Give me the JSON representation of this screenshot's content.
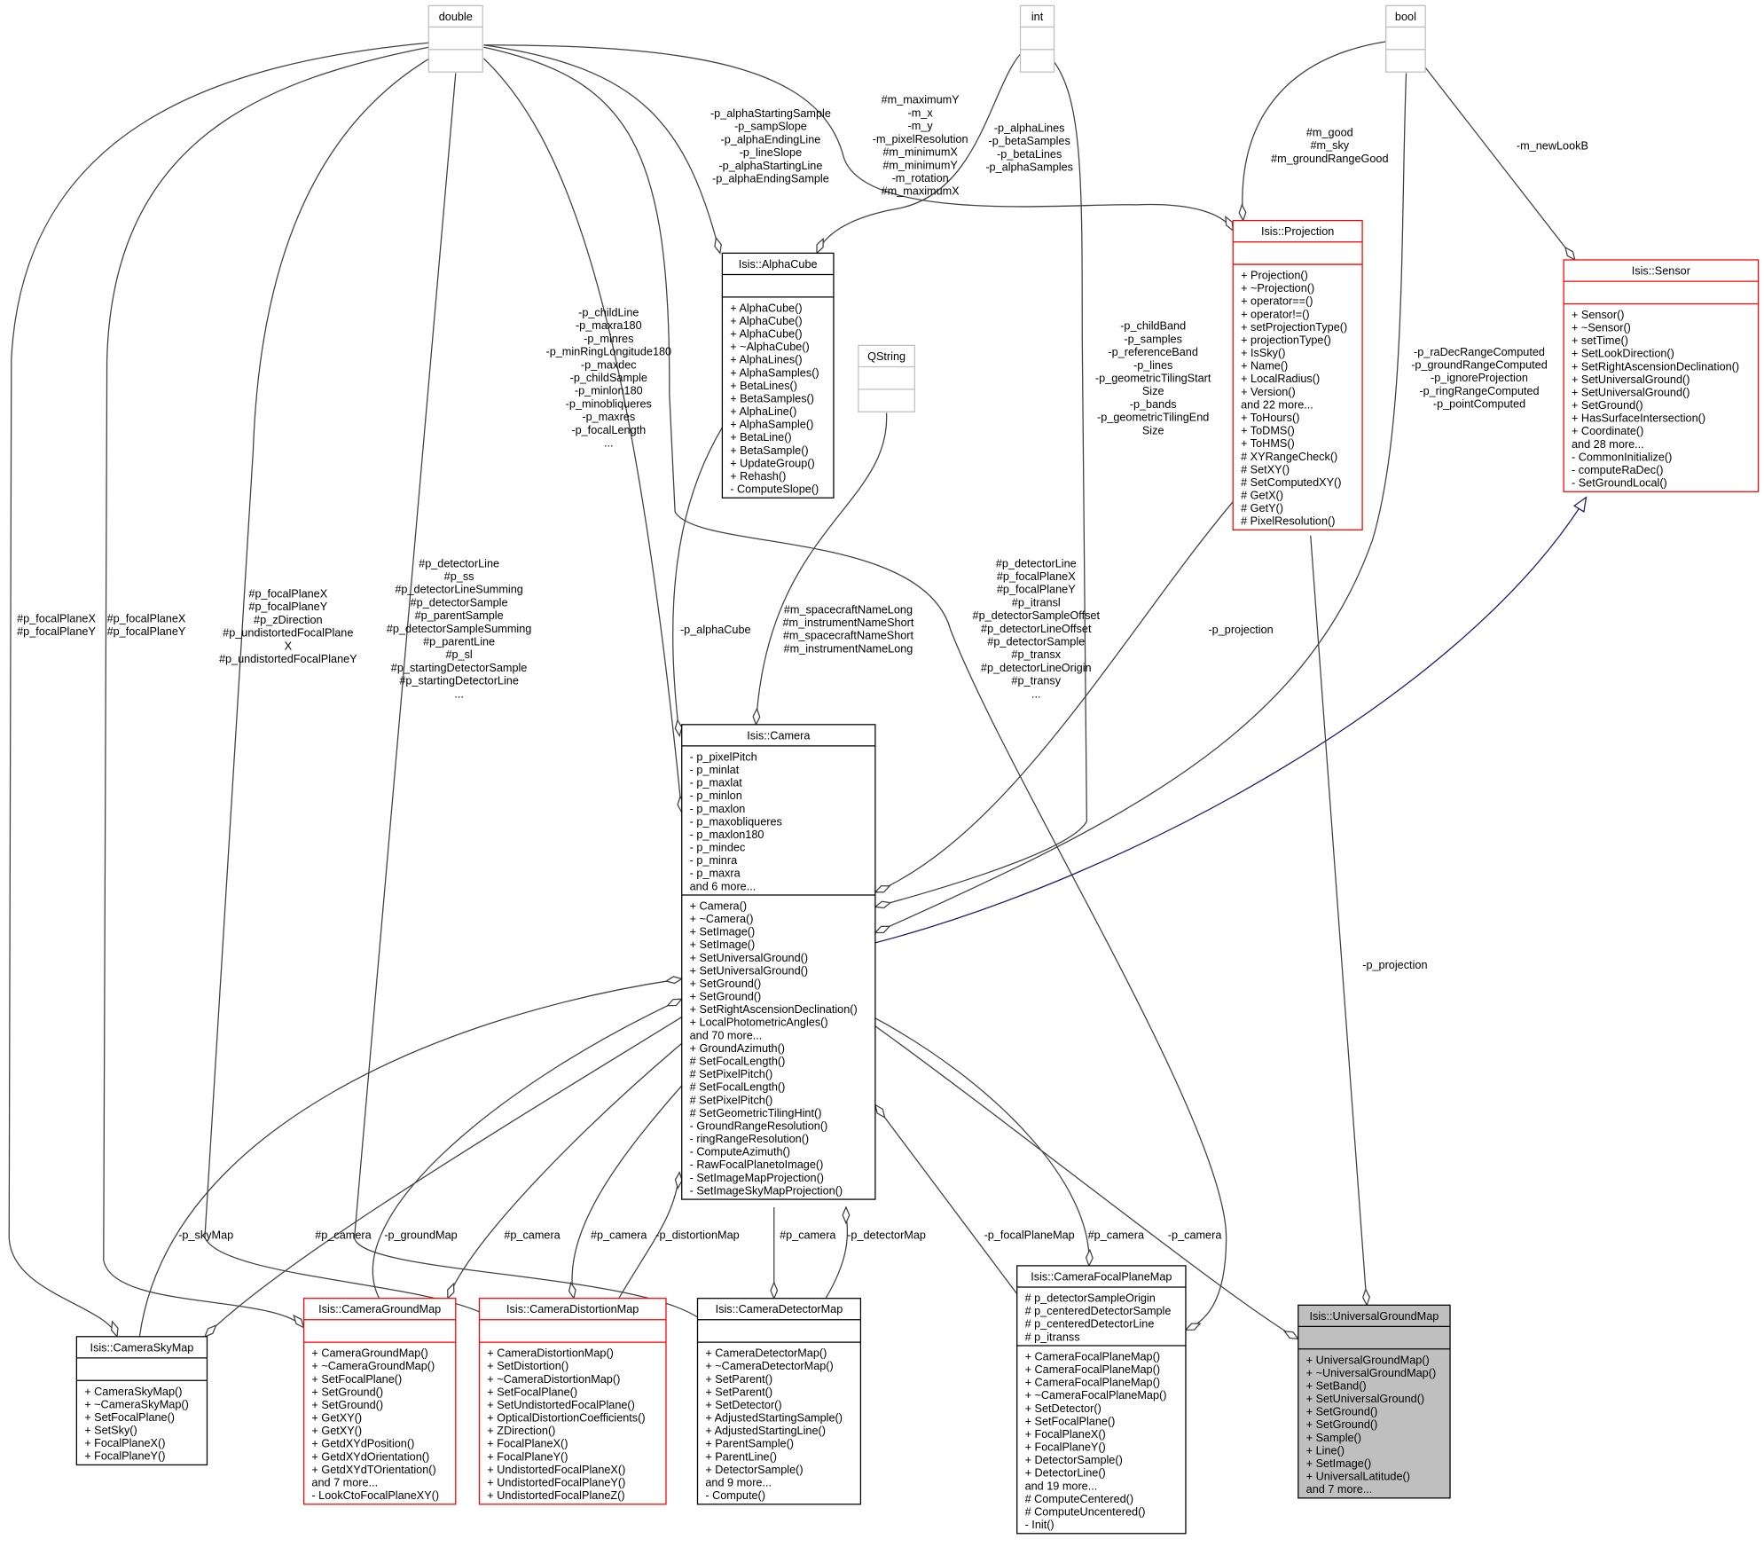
{
  "classes": {
    "double": {
      "name": "double",
      "attrs": [],
      "methods": [],
      "style": "external"
    },
    "int": {
      "name": "int",
      "attrs": [],
      "methods": [],
      "style": "external"
    },
    "bool": {
      "name": "bool",
      "attrs": [],
      "methods": [],
      "style": "external"
    },
    "qstring": {
      "name": "QString",
      "attrs": [],
      "methods": [],
      "style": "external"
    },
    "alphacube": {
      "name": "Isis::AlphaCube",
      "attrs": [],
      "style": "normal",
      "methods": [
        "+ AlphaCube()",
        "+ AlphaCube()",
        "+ AlphaCube()",
        "+ ~AlphaCube()",
        "+ AlphaLines()",
        "+ AlphaSamples()",
        "+ BetaLines()",
        "+ BetaSamples()",
        "+ AlphaLine()",
        "+ AlphaSample()",
        "+ BetaLine()",
        "+ BetaSample()",
        "+ UpdateGroup()",
        "+ Rehash()",
        "- ComputeSlope()"
      ]
    },
    "projection": {
      "name": "Isis::Projection",
      "attrs": [],
      "style": "red",
      "methods": [
        "+ Projection()",
        "+ ~Projection()",
        "+ operator==()",
        "+ operator!=()",
        "+ setProjectionType()",
        "+ projectionType()",
        "+ IsSky()",
        "+ Name()",
        "+ LocalRadius()",
        "+ Version()",
        "and 22 more...",
        "+ ToHours()",
        "+ ToDMS()",
        "+ ToHMS()",
        "# XYRangeCheck()",
        "# SetXY()",
        "# SetComputedXY()",
        "# GetX()",
        "# GetY()",
        "# PixelResolution()"
      ]
    },
    "sensor": {
      "name": "Isis::Sensor",
      "attrs": [],
      "style": "red",
      "methods": [
        "+ Sensor()",
        "+ ~Sensor()",
        "+ setTime()",
        "+ SetLookDirection()",
        "+ SetRightAscensionDeclination()",
        "+ SetUniversalGround()",
        "+ SetUniversalGround()",
        "+ SetGround()",
        "+ HasSurfaceIntersection()",
        "+ Coordinate()",
        "and 28 more...",
        "- CommonInitialize()",
        "- computeRaDec()",
        "- SetGroundLocal()"
      ]
    },
    "camera": {
      "name": "Isis::Camera",
      "style": "normal",
      "attrs": [
        "- p_pixelPitch",
        "- p_minlat",
        "- p_maxlat",
        "- p_minlon",
        "- p_maxlon",
        "- p_maxobliqueres",
        "- p_maxlon180",
        "- p_mindec",
        "- p_minra",
        "- p_maxra",
        "and 6 more..."
      ],
      "methods": [
        "+ Camera()",
        "+ ~Camera()",
        "+ SetImage()",
        "+ SetImage()",
        "+ SetUniversalGround()",
        "+ SetUniversalGround()",
        "+ SetGround()",
        "+ SetGround()",
        "+ SetRightAscensionDeclination()",
        "+ LocalPhotometricAngles()",
        "and 70 more...",
        "+ GroundAzimuth()",
        "# SetFocalLength()",
        "# SetPixelPitch()",
        "# SetFocalLength()",
        "# SetPixelPitch()",
        "# SetGeometricTilingHint()",
        "- GroundRangeResolution()",
        "- ringRangeResolution()",
        "- ComputeAzimuth()",
        "- RawFocalPlanetoImage()",
        "- SetImageMapProjection()",
        "- SetImageSkyMapProjection()"
      ]
    },
    "skymap": {
      "name": "Isis::CameraSkyMap",
      "attrs": [],
      "style": "normal",
      "methods": [
        "+ CameraSkyMap()",
        "+ ~CameraSkyMap()",
        "+ SetFocalPlane()",
        "+ SetSky()",
        "+ FocalPlaneX()",
        "+ FocalPlaneY()"
      ]
    },
    "groundmap": {
      "name": "Isis::CameraGroundMap",
      "attrs": [],
      "style": "red",
      "methods": [
        "+ CameraGroundMap()",
        "+ ~CameraGroundMap()",
        "+ SetFocalPlane()",
        "+ SetGround()",
        "+ SetGround()",
        "+ GetXY()",
        "+ GetXY()",
        "+ GetdXYdPosition()",
        "+ GetdXYdOrientation()",
        "+ GetdXYdTOrientation()",
        "and 7 more...",
        "- LookCtoFocalPlaneXY()"
      ]
    },
    "distortionmap": {
      "name": "Isis::CameraDistortionMap",
      "attrs": [],
      "style": "red",
      "methods": [
        "+ CameraDistortionMap()",
        "+ SetDistortion()",
        "+ ~CameraDistortionMap()",
        "+ SetFocalPlane()",
        "+ SetUndistortedFocalPlane()",
        "+ OpticalDistortionCoefficients()",
        "+ ZDirection()",
        "+ FocalPlaneX()",
        "+ FocalPlaneY()",
        "+ UndistortedFocalPlaneX()",
        "+ UndistortedFocalPlaneY()",
        "+ UndistortedFocalPlaneZ()"
      ]
    },
    "detectormap": {
      "name": "Isis::CameraDetectorMap",
      "attrs": [],
      "style": "normal",
      "methods": [
        "+ CameraDetectorMap()",
        "+ ~CameraDetectorMap()",
        "+ SetParent()",
        "+ SetParent()",
        "+ SetDetector()",
        "+ AdjustedStartingSample()",
        "+ AdjustedStartingLine()",
        "+ ParentSample()",
        "+ ParentLine()",
        "+ DetectorSample()",
        "and 9 more...",
        "- Compute()"
      ]
    },
    "focalplanemap": {
      "name": "Isis::CameraFocalPlaneMap",
      "style": "normal",
      "attrs": [
        "# p_detectorSampleOrigin",
        "# p_centeredDetectorSample",
        "# p_centeredDetectorLine",
        "# p_itranss"
      ],
      "methods": [
        "+ CameraFocalPlaneMap()",
        "+ CameraFocalPlaneMap()",
        "+ CameraFocalPlaneMap()",
        "+ ~CameraFocalPlaneMap()",
        "+ SetDetector()",
        "+ SetFocalPlane()",
        "+ FocalPlaneX()",
        "+ FocalPlaneY()",
        "+ DetectorSample()",
        "+ DetectorLine()",
        "and 19 more...",
        "# ComputeCentered()",
        "# ComputeUncentered()",
        "- Init()"
      ]
    },
    "universalgroundmap": {
      "name": "Isis::UniversalGroundMap",
      "attrs": [],
      "style": "focus",
      "methods": [
        "+ UniversalGroundMap()",
        "+ ~UniversalGroundMap()",
        "+ SetBand()",
        "+ SetUniversalGround()",
        "+ SetGround()",
        "+ SetGround()",
        "+ Sample()",
        "+ Line()",
        "+ SetImage()",
        "+ UniversalLatitude()",
        "and 7 more..."
      ]
    }
  },
  "edges": [
    {
      "labels": [
        "#p_focalPlaneX",
        "#p_focalPlaneY"
      ]
    },
    {
      "labels": [
        "#p_focalPlaneX",
        "#p_focalPlaneY"
      ]
    },
    {
      "labels": [
        "#p_focalPlaneX",
        "#p_focalPlaneY",
        "#p_zDirection",
        "#p_undistortedFocalPlane",
        "X",
        "#p_undistortedFocalPlaneY"
      ]
    },
    {
      "labels": [
        "#p_detectorLine",
        "#p_ss",
        "#p_detectorLineSumming",
        "#p_detectorSample",
        "#p_parentSample",
        "#p_detectorSampleSumming",
        "#p_parentLine",
        "#p_sl",
        "#p_startingDetectorSample",
        "#p_startingDetectorLine",
        "..."
      ]
    },
    {
      "labels": [
        "-p_childLine",
        "-p_maxra180",
        "-p_minres",
        "-p_minRingLongitude180",
        "-p_maxdec",
        "-p_childSample",
        "-p_minlon180",
        "-p_minobliqueres",
        "-p_maxres",
        "-p_focalLength",
        "..."
      ]
    },
    {
      "labels": [
        "-p_alphaStartingSample",
        "-p_sampSlope",
        "-p_alphaEndingLine",
        "-p_lineSlope",
        "-p_alphaStartingLine",
        "-p_alphaEndingSample"
      ]
    },
    {
      "labels": [
        "#p_detectorLine",
        "#p_focalPlaneX",
        "#p_focalPlaneY",
        "#p_itransl",
        "#p_detectorSampleOffset",
        "#p_detectorLineOffset",
        "#p_detectorSample",
        "#p_transx",
        "#p_detectorLineOrigin",
        "#p_transy",
        "..."
      ]
    },
    {
      "labels": [
        "#m_maximumY",
        "-m_x",
        "-m_y",
        "-m_pixelResolution",
        "#m_minimumX",
        "#m_minimumY",
        "-m_rotation",
        "#m_maximumX"
      ]
    },
    {
      "labels": [
        "-p_alphaLines",
        "-p_betaSamples",
        "-p_betaLines",
        "-p_alphaSamples"
      ]
    },
    {
      "labels": [
        "-p_childBand",
        "-p_samples",
        "-p_referenceBand",
        "-p_lines",
        "-p_geometricTilingStart",
        "Size",
        "-p_bands",
        "-p_geometricTilingEnd",
        "Size"
      ]
    },
    {
      "labels": [
        "#m_spacecraftNameLong",
        "#m_instrumentNameShort",
        "#m_spacecraftNameShort",
        "#m_instrumentNameLong"
      ]
    },
    {
      "labels": [
        "-p_alphaCube"
      ]
    },
    {
      "labels": [
        "-p_projection"
      ]
    },
    {
      "labels": [
        "#m_good",
        "#m_sky",
        "#m_groundRangeGood"
      ]
    },
    {
      "labels": [
        "-p_raDecRangeComputed",
        "-p_groundRangeComputed",
        "-p_ignoreProjection",
        "-p_ringRangeComputed",
        "-p_pointComputed"
      ]
    },
    {
      "labels": [
        "-m_newLookB"
      ]
    },
    {
      "labels": []
    },
    {
      "labels": [
        "-p_skyMap"
      ]
    },
    {
      "labels": [
        "-p_groundMap"
      ]
    },
    {
      "labels": [
        "#p_camera"
      ]
    },
    {
      "labels": [
        "#p_camera"
      ]
    },
    {
      "labels": [
        "#p_camera"
      ]
    },
    {
      "labels": [
        "-p_distortionMap"
      ]
    },
    {
      "labels": [
        "#p_camera"
      ]
    },
    {
      "labels": [
        "-p_detectorMap"
      ]
    },
    {
      "labels": [
        "-p_focalPlaneMap"
      ]
    },
    {
      "labels": [
        "#p_camera"
      ]
    },
    {
      "labels": [
        "-p_camera"
      ]
    },
    {
      "labels": [
        "-p_projection"
      ]
    }
  ],
  "colors": {
    "normal_border": "#000000",
    "red_border": "#ff0000",
    "external_border": "#bfbfbf",
    "focus_fill": "#bfbfbf",
    "edge": "#404040",
    "inherit": "#191970"
  }
}
